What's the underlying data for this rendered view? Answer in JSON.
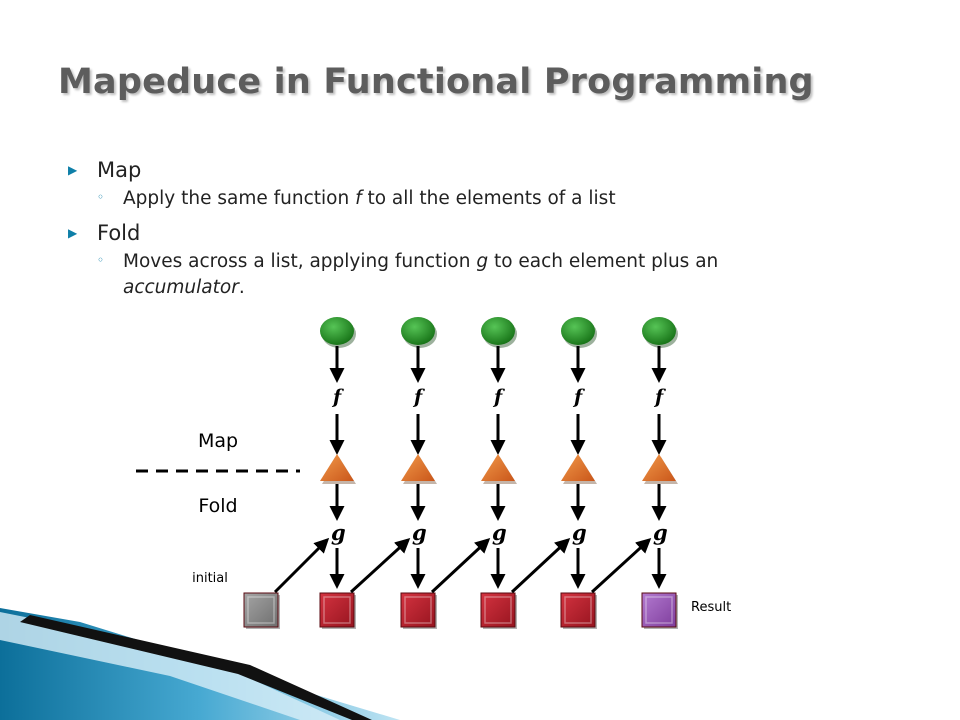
{
  "slide": {
    "title": "Mapeduce in Functional Programming",
    "bullets": [
      {
        "label": "Map",
        "sub": {
          "before": "Apply the same function ",
          "fn": "f",
          "after": " to all the elements of a list",
          "tail": ""
        }
      },
      {
        "label": "Fold",
        "sub": {
          "before": "Moves across a list, applying function ",
          "fn": "g",
          "after": " to each element plus an",
          "tail": "accumulator"
        }
      }
    ]
  },
  "diagram": {
    "map_label": "Map",
    "fold_label": "Fold",
    "initial_label": "initial",
    "result_label": "Result",
    "f_label": "f",
    "g_label": "g",
    "columns": 5,
    "colors": {
      "input_node": "#1f8a1f",
      "map_output": "#e8742a",
      "accumulator": "#b81e2a",
      "initial": "#8a8a8a",
      "result": "#9b59b6",
      "accent": "#0e7fa8"
    }
  }
}
